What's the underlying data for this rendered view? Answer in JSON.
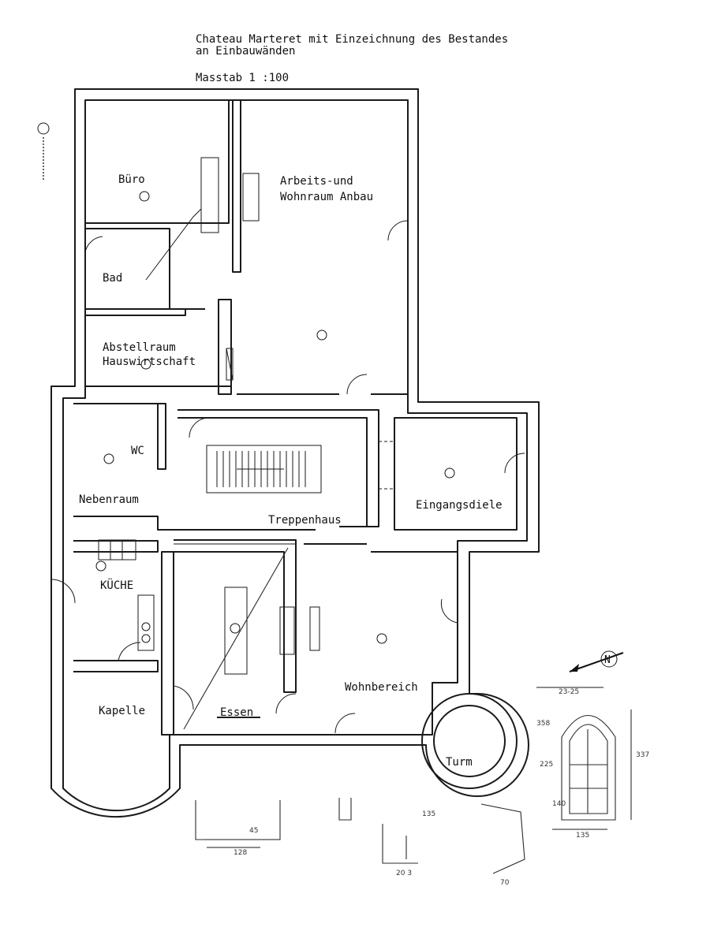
{
  "header": {
    "title_line1": "Chateau Marteret  mit Einzeichnung des Bestandes",
    "title_line2": "an Einbauwänden",
    "scale": "Masstab  1 :100"
  },
  "rooms": {
    "buero": "Büro",
    "arbeits_1": "Arbeits-und",
    "arbeits_2": "Wohnraum Anbau",
    "bad": "Bad",
    "abstell_1": "Abstellraum",
    "abstell_2": "Hauswirtschaft",
    "wc": "WC",
    "nebenraum": "Nebenraum",
    "treppenhaus": "Treppenhaus",
    "eingangsdiele": "Eingangsdiele",
    "kueche": "KÜCHE",
    "kapelle": "Kapelle",
    "essen": "Essen",
    "wohnbereich": "Wohnbereich",
    "turm": "Turm"
  },
  "sketch_dims": {
    "d1": "23-25",
    "d2": "358",
    "d3": "337",
    "d4": "225",
    "d5": "140",
    "d6": "135",
    "d7": "135",
    "d8": "45",
    "d9": "128",
    "d10": "20 3",
    "d11": "70"
  },
  "north_arrow": {
    "label": "N"
  }
}
